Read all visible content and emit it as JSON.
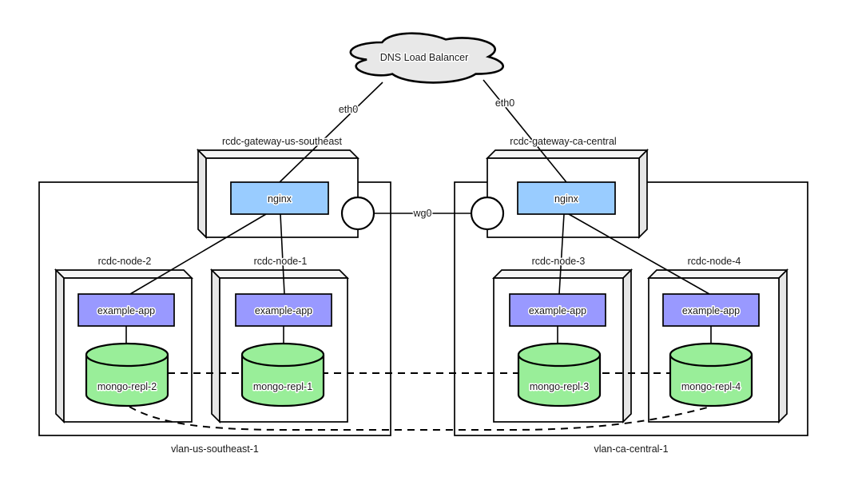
{
  "diagram": {
    "cloud": {
      "label": "DNS Load Balancer"
    },
    "interfaces": {
      "eth0_left": "eth0",
      "eth0_right": "eth0",
      "wg0": "wg0"
    },
    "gateways": [
      {
        "name": "rcdc-gateway-us-southeast",
        "service": "nginx"
      },
      {
        "name": "rcdc-gateway-ca-central",
        "service": "nginx"
      }
    ],
    "vlans": [
      {
        "name": "vlan-us-southeast-1",
        "nodes": [
          {
            "name": "rcdc-node-2",
            "app": "example-app",
            "db": "mongo-repl-2"
          },
          {
            "name": "rcdc-node-1",
            "app": "example-app",
            "db": "mongo-repl-1"
          }
        ]
      },
      {
        "name": "vlan-ca-central-1",
        "nodes": [
          {
            "name": "rcdc-node-3",
            "app": "example-app",
            "db": "mongo-repl-3"
          },
          {
            "name": "rcdc-node-4",
            "app": "example-app",
            "db": "mongo-repl-4"
          }
        ]
      }
    ],
    "colors": {
      "nginx_fill": "#99ccff",
      "app_fill": "#9999ff",
      "db_fill": "#99ee99",
      "cloud_fill": "#e8e8e8",
      "bevel_top": "#f5f5f5",
      "bevel_side": "#e6e6e6"
    }
  }
}
